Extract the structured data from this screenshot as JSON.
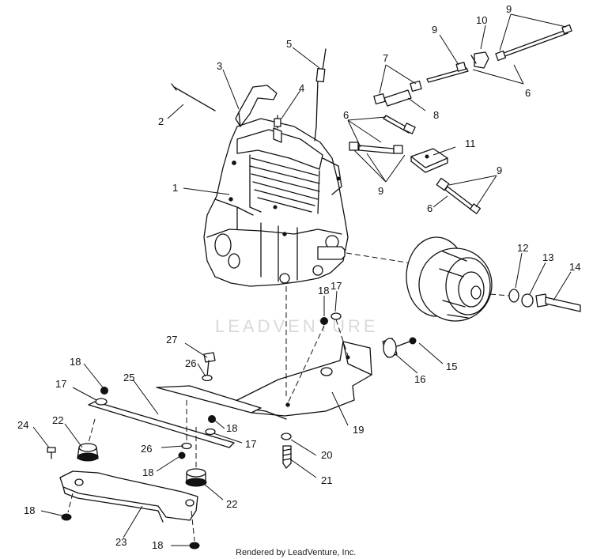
{
  "watermark": "LEADVENTURE",
  "credit": "Rendered by LeadVenture, Inc.",
  "callouts": [
    {
      "id": "1",
      "text": "1"
    },
    {
      "id": "2",
      "text": "2"
    },
    {
      "id": "3",
      "text": "3"
    },
    {
      "id": "4",
      "text": "4"
    },
    {
      "id": "5",
      "text": "5"
    },
    {
      "id": "6a",
      "text": "6"
    },
    {
      "id": "6b",
      "text": "6"
    },
    {
      "id": "6c",
      "text": "6"
    },
    {
      "id": "7",
      "text": "7"
    },
    {
      "id": "8",
      "text": "8"
    },
    {
      "id": "9a",
      "text": "9"
    },
    {
      "id": "9b",
      "text": "9"
    },
    {
      "id": "9c",
      "text": "9"
    },
    {
      "id": "9d",
      "text": "9"
    },
    {
      "id": "10",
      "text": "10"
    },
    {
      "id": "11",
      "text": "11"
    },
    {
      "id": "12",
      "text": "12"
    },
    {
      "id": "13",
      "text": "13"
    },
    {
      "id": "14",
      "text": "14"
    },
    {
      "id": "15",
      "text": "15"
    },
    {
      "id": "16",
      "text": "16"
    },
    {
      "id": "17a",
      "text": "17"
    },
    {
      "id": "17b",
      "text": "17"
    },
    {
      "id": "17c",
      "text": "17"
    },
    {
      "id": "18a",
      "text": "18"
    },
    {
      "id": "18b",
      "text": "18"
    },
    {
      "id": "18c",
      "text": "18"
    },
    {
      "id": "18d",
      "text": "18"
    },
    {
      "id": "18e",
      "text": "18"
    },
    {
      "id": "18f",
      "text": "18"
    },
    {
      "id": "19",
      "text": "19"
    },
    {
      "id": "20",
      "text": "20"
    },
    {
      "id": "21",
      "text": "21"
    },
    {
      "id": "22a",
      "text": "22"
    },
    {
      "id": "22b",
      "text": "22"
    },
    {
      "id": "23",
      "text": "23"
    },
    {
      "id": "24",
      "text": "24"
    },
    {
      "id": "25",
      "text": "25"
    },
    {
      "id": "26a",
      "text": "26"
    },
    {
      "id": "26b",
      "text": "26"
    },
    {
      "id": "27",
      "text": "27"
    }
  ]
}
